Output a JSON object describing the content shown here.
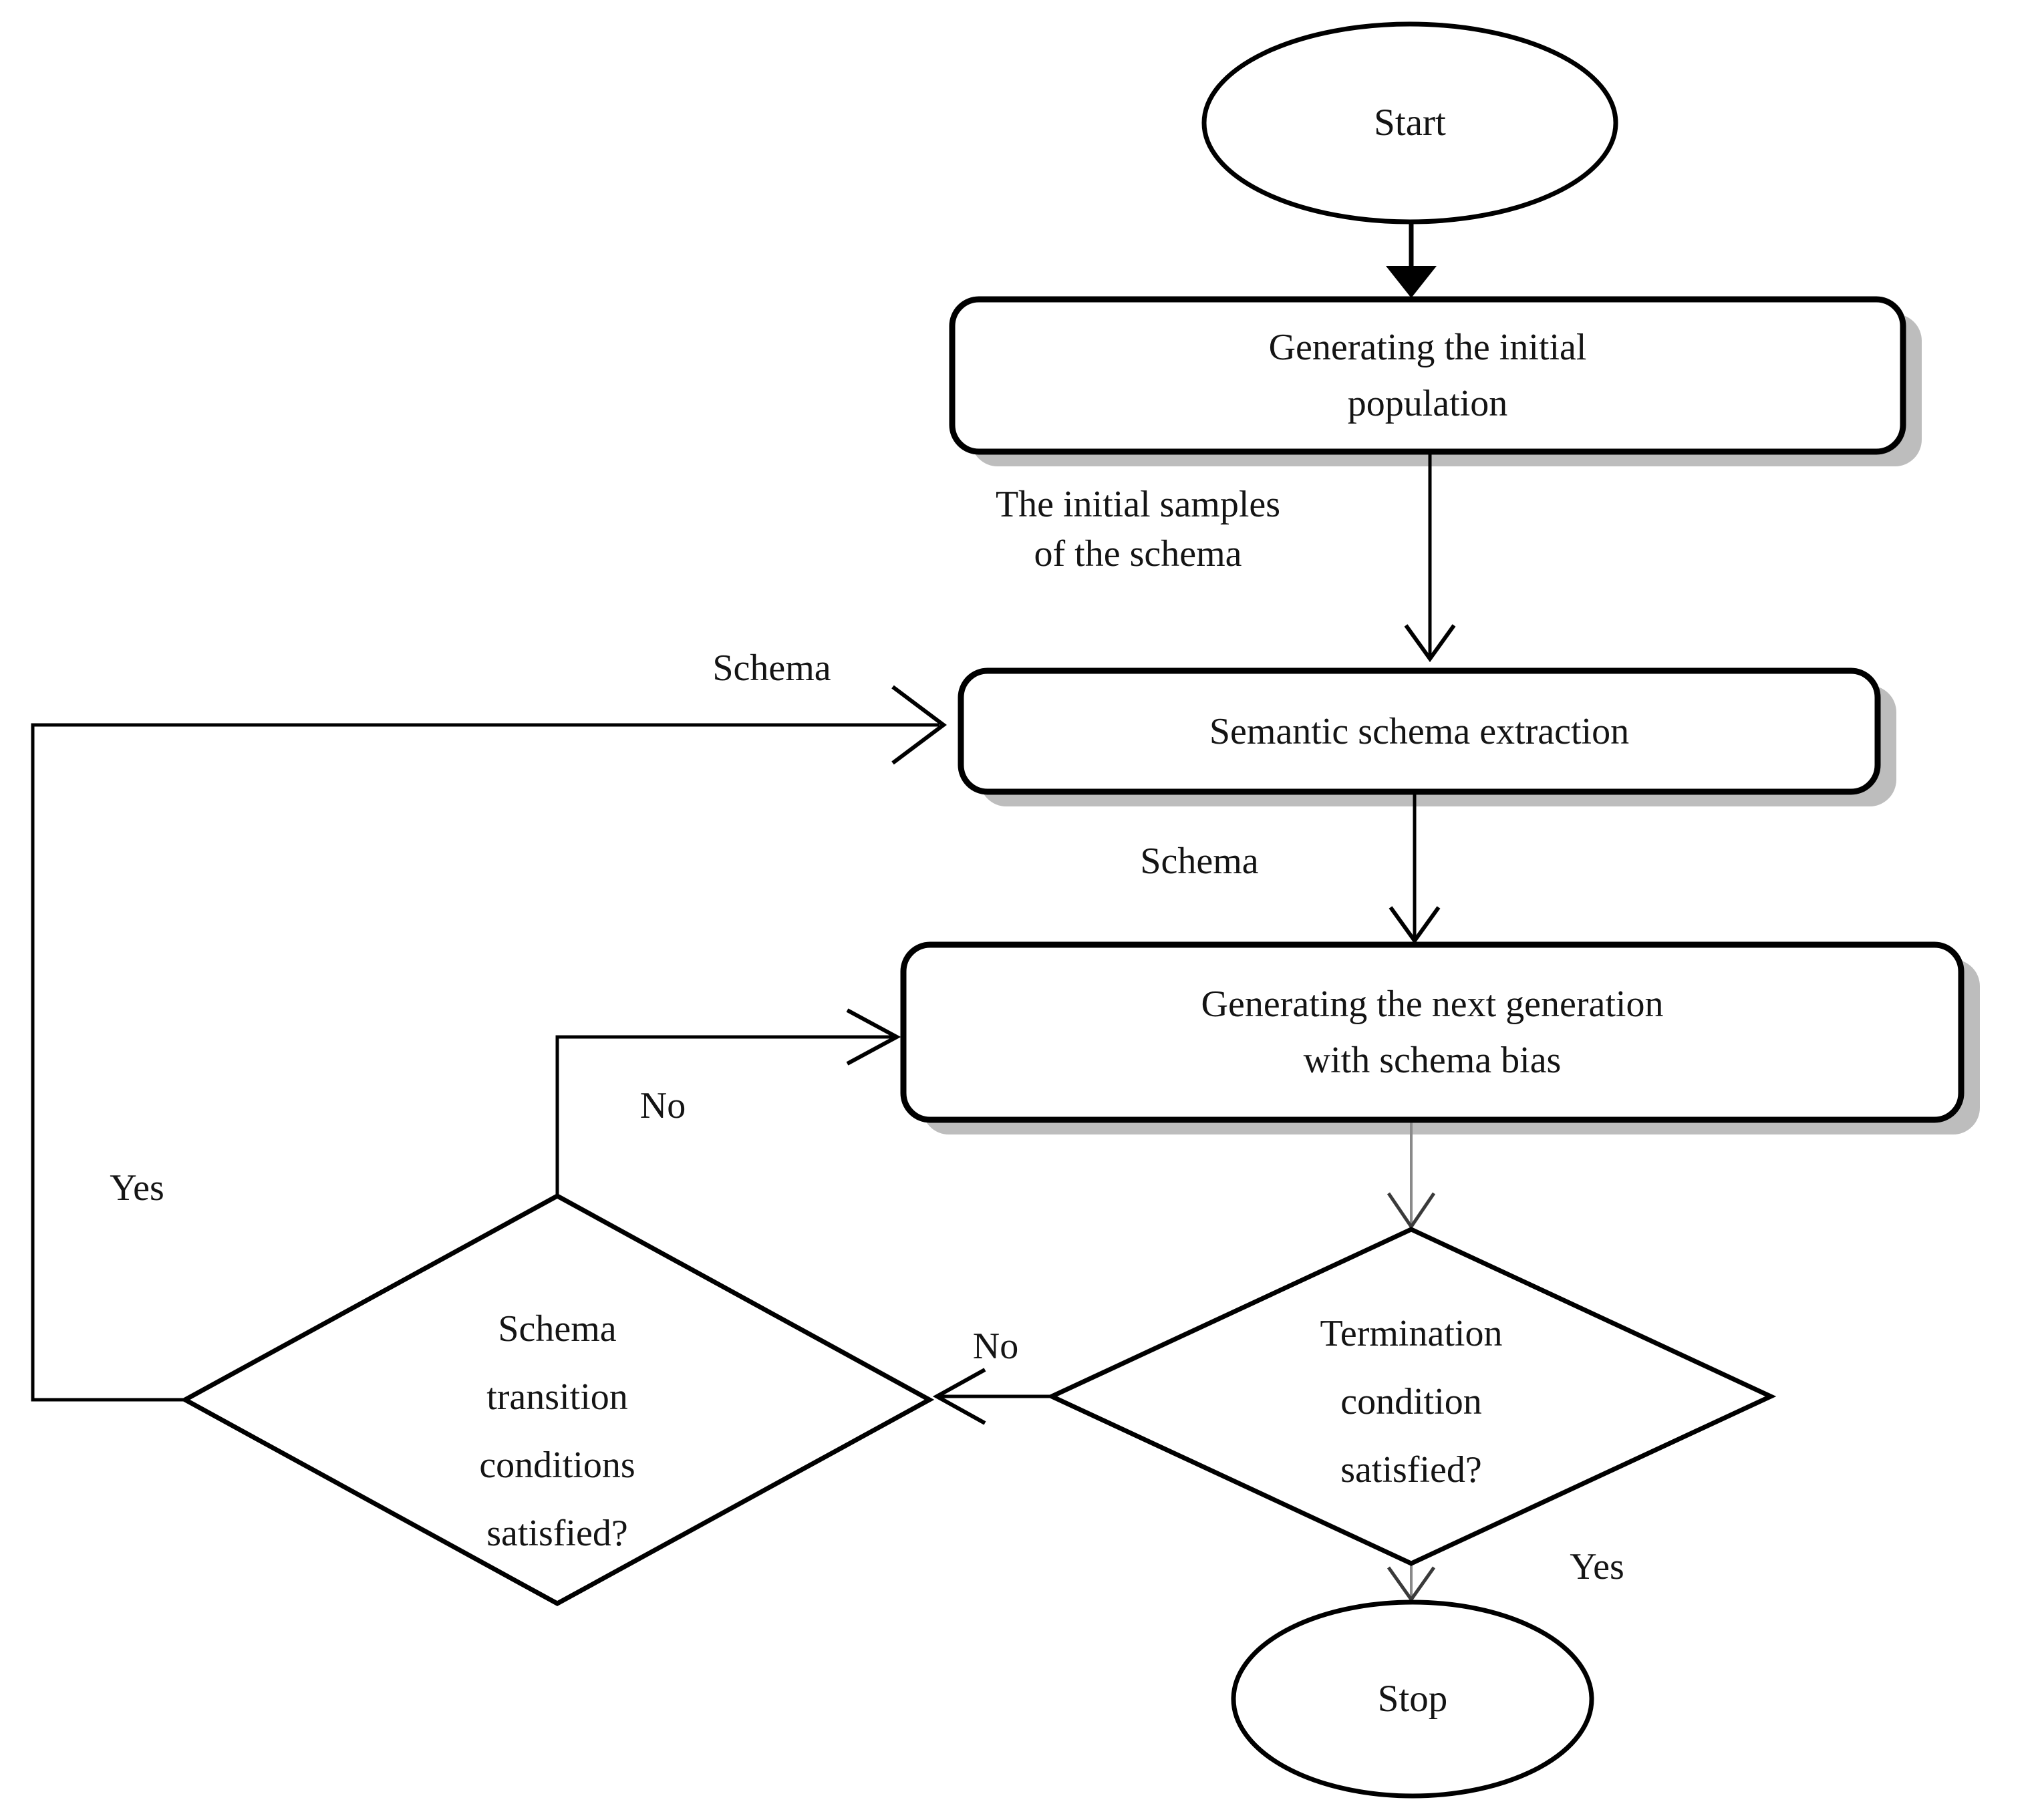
{
  "figure": {
    "type": "flowchart",
    "background": "#ffffff",
    "line_color": "#000000",
    "gray_line_color": "#8a8a8a",
    "arrowhead_dark_color": "#3a3a3a",
    "shadow_color": "#bdbdbd",
    "text_color": "#141414"
  },
  "nodes": {
    "start": {
      "shape": "ellipse",
      "label": "Start"
    },
    "generate_initial_population": {
      "shape": "rounded-rect",
      "label": "Generating the initial\npopulation"
    },
    "semantic_schema_extraction": {
      "shape": "rounded-rect",
      "label": "Semantic schema extraction"
    },
    "generate_next_generation": {
      "shape": "rounded-rect",
      "label": "Generating the next generation\nwith schema bias"
    },
    "termination_condition": {
      "shape": "diamond",
      "label": "Termination\ncondition\nsatisfied?"
    },
    "schema_transition_condition": {
      "shape": "diamond",
      "label": "Schema\ntransition\nconditions\nsatisfied?"
    },
    "stop": {
      "shape": "ellipse",
      "label": "Stop"
    }
  },
  "edges": {
    "generate_initial_to_extraction": {
      "label": "The initial samples\nof the schema"
    },
    "schema_loop_into_extraction": {
      "label": "Schema"
    },
    "extraction_to_generate_next": {
      "label": "Schema"
    },
    "termination_to_stop": {
      "label": "Yes"
    },
    "termination_to_schema_transition": {
      "label": "No"
    },
    "schema_transition_to_generate_next": {
      "label": "No"
    },
    "schema_transition_yes_loop": {
      "label": "Yes"
    }
  }
}
